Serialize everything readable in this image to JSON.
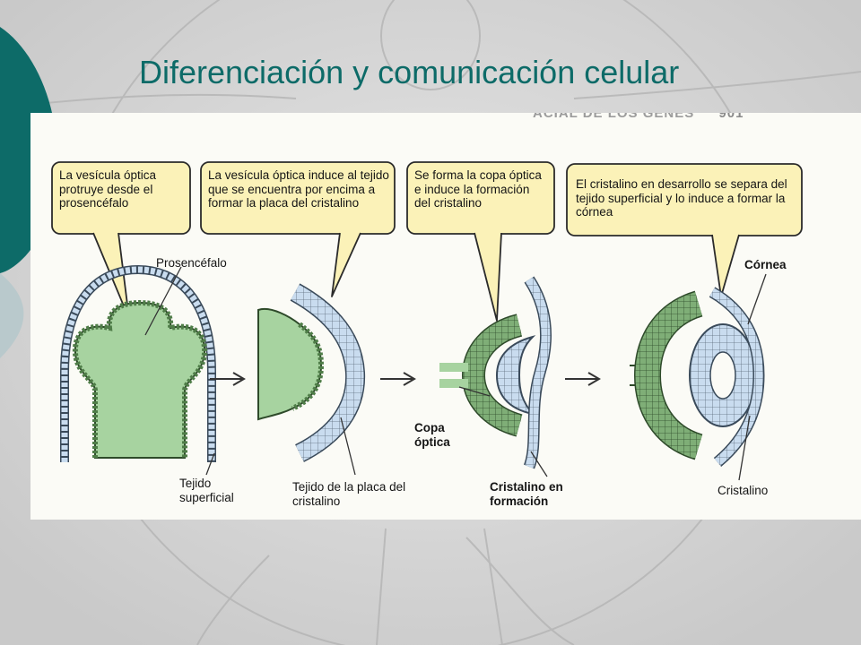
{
  "slide": {
    "title": "Diferenciación y comunicación celular",
    "accent_color": "#0d6b68",
    "bubble_fill": "#fbf2b8"
  },
  "header_fragment": {
    "text": "ACIAL DE LOS GENES",
    "page_number": "901"
  },
  "stages": [
    {
      "callout": "La vesícula óptica protruye desde el prosencéfalo",
      "labels": [
        "Prosencéfalo",
        "Tejido superficial"
      ]
    },
    {
      "callout": "La vesícula óptica induce al tejido que se encuentra por encima a formar la placa del cristalino",
      "labels": [
        "Tejido de la placa del cristalino"
      ]
    },
    {
      "callout": "Se forma la copa óptica e induce la formación del cristalino",
      "labels": [
        "Copa óptica",
        "Cristalino en formación"
      ]
    },
    {
      "callout": "El cristalino en desarrollo se separa del tejido superficial y lo induce a formar la córnea",
      "labels": [
        "Córnea",
        "Cristalino"
      ]
    }
  ],
  "colors": {
    "tissue_green": "#a7d3a0",
    "tissue_blue": "#c9dcef"
  }
}
